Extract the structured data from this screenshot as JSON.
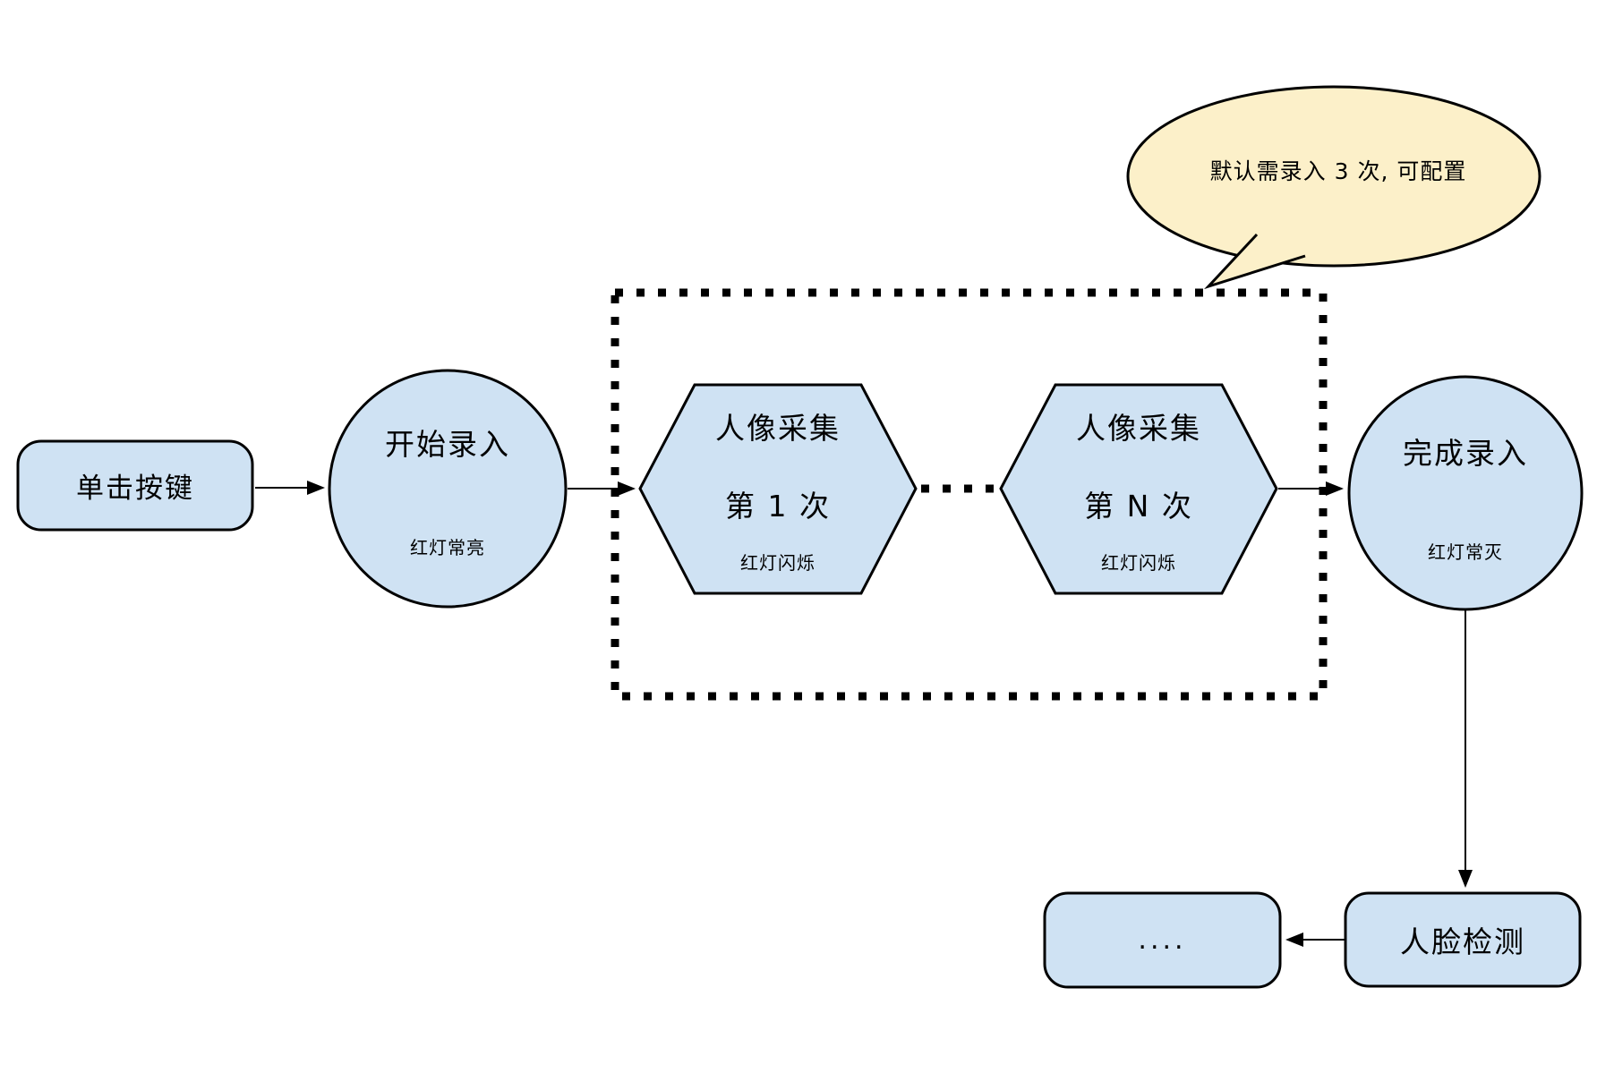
{
  "diagram": {
    "colors": {
      "node_fill": "#cfe2f3",
      "node_stroke": "#000000",
      "callout_fill": "#fcf0c9",
      "callout_stroke": "#000000",
      "connector": "#000000",
      "background": "#ffffff"
    },
    "nodes": {
      "click_button": {
        "shape": "rounded-rect",
        "label": "单击按键"
      },
      "start_entry": {
        "shape": "circle",
        "label": "开始录入",
        "status": "红灯常亮"
      },
      "capture_first": {
        "shape": "hexagon",
        "label": "人像采集",
        "sequence": "第 1 次",
        "status": "红灯闪烁"
      },
      "capture_nth": {
        "shape": "hexagon",
        "label": "人像采集",
        "sequence": "第 N 次",
        "status": "红灯闪烁"
      },
      "finish_entry": {
        "shape": "circle",
        "label": "完成录入",
        "status": "红灯常灭"
      },
      "ellipsis": {
        "shape": "rounded-rect",
        "label": "...."
      },
      "face_detection": {
        "shape": "rounded-rect",
        "label": "人脸检测"
      }
    },
    "callout": {
      "text": "默认需录入 3 次, 可配置"
    },
    "group": {
      "style": "dotted-rectangle",
      "contains": "capture repetitions"
    }
  }
}
